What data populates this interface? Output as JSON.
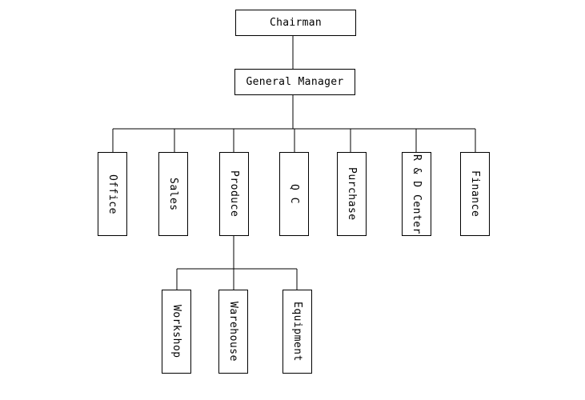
{
  "org_chart": {
    "root": "Chairman",
    "manager": "General Manager",
    "departments": [
      "Office",
      "Sales",
      "Produce",
      "Q C",
      "Purchase",
      "R & D Center",
      "Finance"
    ],
    "produce_units": [
      "Workshop",
      "Warehouse",
      "Equipment"
    ]
  }
}
